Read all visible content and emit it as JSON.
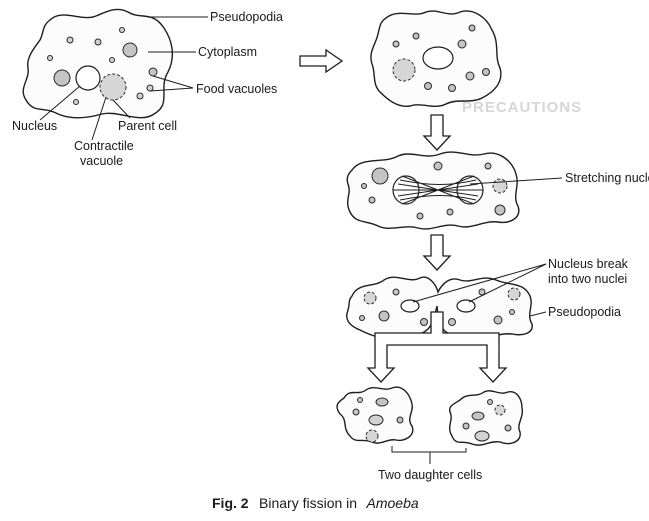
{
  "labels": {
    "pseudopodia_top": "Pseudopodia",
    "cytoplasm": "Cytoplasm",
    "food_vacuoles": "Food vacuoles",
    "nucleus": "Nucleus",
    "parent_cell": "Parent cell",
    "contractile_1": "Contractile",
    "contractile_2": "vacuole",
    "stretching_nucleus": "Stretching nucleus",
    "nucleus_break_1": "Nucleus break",
    "nucleus_break_2": "into two nuclei",
    "pseudopodia_bottom": "Pseudopodia",
    "two_daughter_cells": "Two daughter cells"
  },
  "caption": {
    "fig": "Fig. 2",
    "text": "Binary fission in",
    "italic": "Amoeba"
  },
  "background_text": {
    "heading": "PRECAUTIONS"
  }
}
